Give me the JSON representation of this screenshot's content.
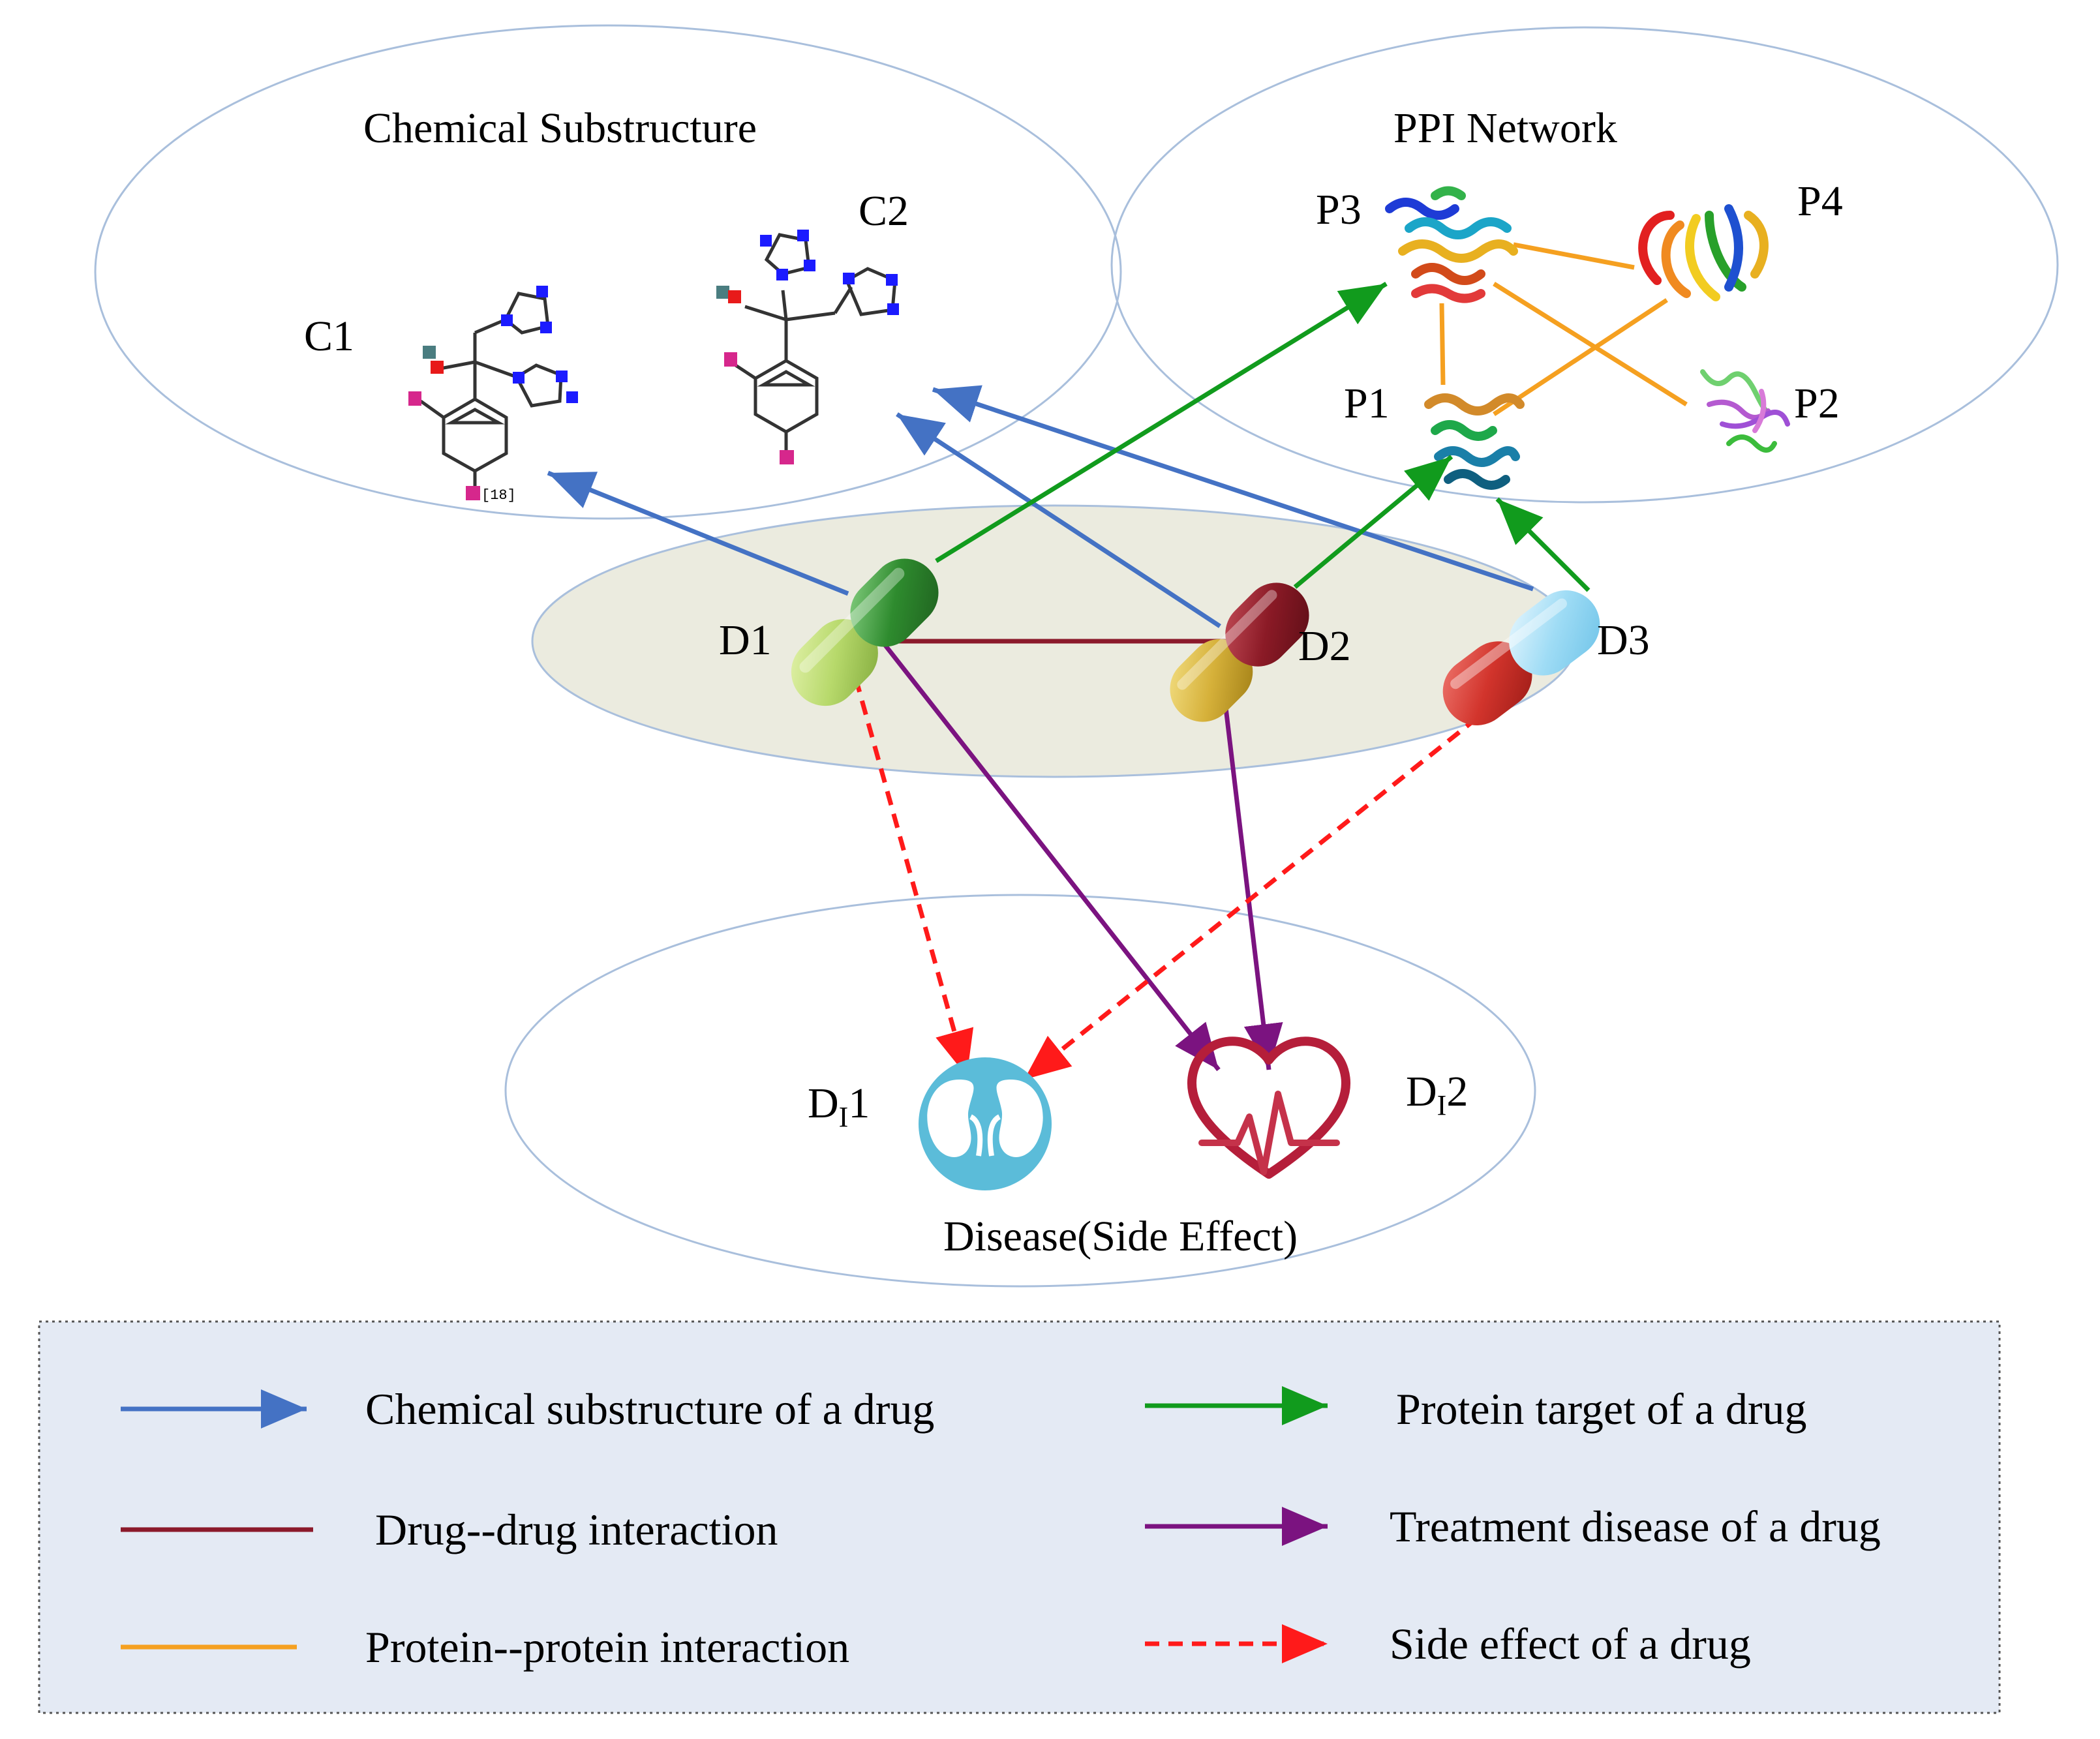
{
  "groups": {
    "chemical": "Chemical Substructure",
    "ppi": "PPI Network",
    "disease": "Disease(Side Effect)"
  },
  "nodes": {
    "c1": "C1",
    "c2": "C2",
    "p1": "P1",
    "p2": "P2",
    "p3": "P3",
    "p4": "P4",
    "d1": "D1",
    "d2": "D2",
    "d3": "D3",
    "di1": {
      "main": "D",
      "sub": "I",
      "num": "1"
    },
    "di2": {
      "main": "D",
      "sub": "I",
      "num": "2"
    }
  },
  "legend": {
    "chem_sub": "Chemical substructure of a drug",
    "ddi": "Drug--drug interaction",
    "ppi": "Protein--protein interaction",
    "target": "Protein target of a drug",
    "treatment": "Treatment disease of a drug",
    "side_effect": "Side effect of a drug"
  },
  "icons": {
    "drugs": "capsule-icon",
    "proteins": "protein-structure-icon",
    "chemicals": "molecule-structure-icon",
    "disease1": "kidney-icon",
    "disease2": "heart-ecg-icon"
  },
  "colors": {
    "chem_sub": "#4472c4",
    "ddi": "#8b1a2b",
    "ppi": "#f5a020",
    "target": "#119b1d",
    "treatment": "#7b1380",
    "side_effect": "#ff1a1a",
    "legend_bg": "#e4eaf4"
  }
}
